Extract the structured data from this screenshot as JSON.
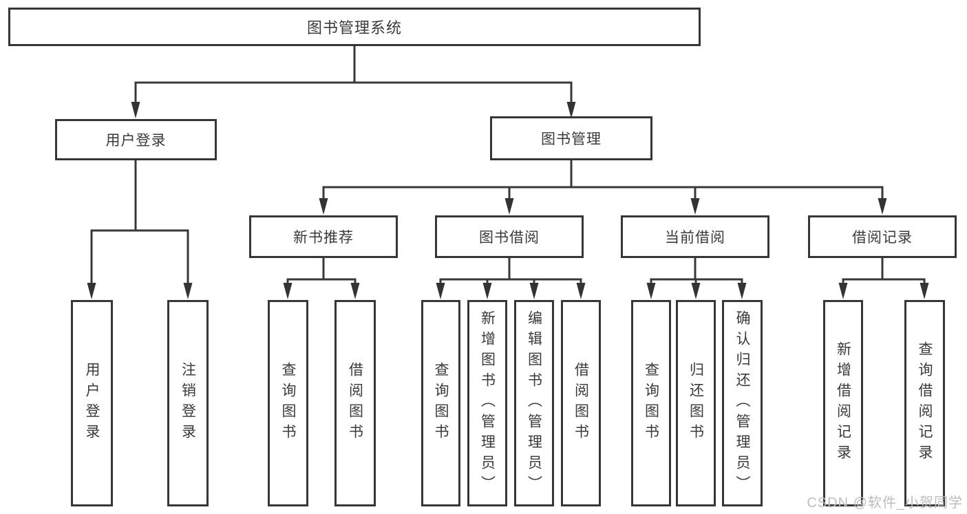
{
  "diagram": {
    "root": "图书管理系统",
    "branches": [
      {
        "label": "用户登录",
        "children": [
          "用户登录",
          "注销登录"
        ]
      },
      {
        "label": "图书管理",
        "children": [
          {
            "label": "新书推荐",
            "children": [
              "查询图书",
              "借阅图书"
            ]
          },
          {
            "label": "图书借阅",
            "children": [
              "查询图书",
              "新增图书（管理员）",
              "编辑图书（管理员）",
              "借阅图书"
            ]
          },
          {
            "label": "当前借阅",
            "children": [
              "查询图书",
              "归还图书",
              "确认归还（管理员）"
            ]
          },
          {
            "label": "借阅记录",
            "children": [
              "新增借阅记录",
              "查询借阅记录"
            ]
          }
        ]
      }
    ]
  },
  "watermark": "CSDN @软件_小贺同学",
  "colors": {
    "line": "#383838",
    "box_border": "#363636",
    "box_background": "#ffffff",
    "text": "#3a3a3a",
    "watermark": "#bdbdbd"
  }
}
